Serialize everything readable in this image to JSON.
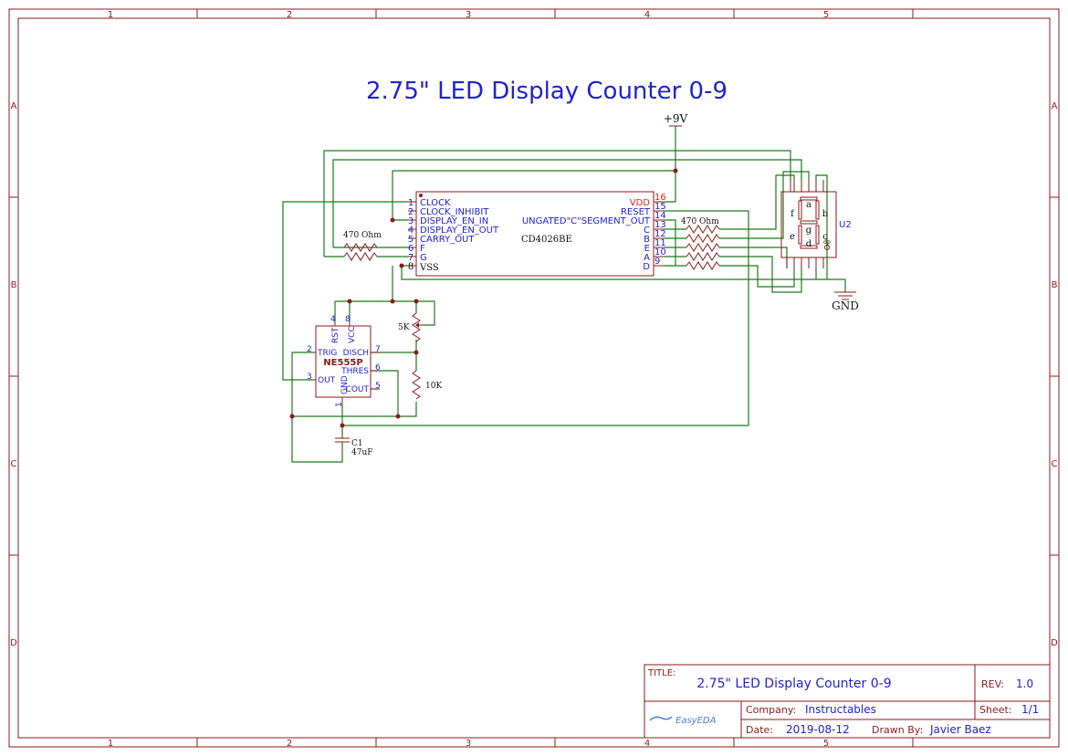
{
  "title": "2.75\" LED Display Counter 0-9",
  "frame": {
    "columns": [
      "1",
      "2",
      "3",
      "4",
      "5"
    ],
    "rows": [
      "A",
      "B",
      "C",
      "D"
    ]
  },
  "power": {
    "vcc_label": "+9V",
    "gnd_label": "GND"
  },
  "ic_counter": {
    "part": "CD4026BE",
    "left_pins": [
      {
        "num": "1",
        "name": "CLOCK"
      },
      {
        "num": "2",
        "name": "CLOCK_INHIBIT"
      },
      {
        "num": "3",
        "name": "DISPLAY_EN_IN"
      },
      {
        "num": "4",
        "name": "DISPLAY_EN_OUT"
      },
      {
        "num": "5",
        "name": "CARRY_OUT"
      },
      {
        "num": "6",
        "name": "F"
      },
      {
        "num": "7",
        "name": "G"
      },
      {
        "num": "8",
        "name": "VSS"
      }
    ],
    "right_pins": [
      {
        "num": "16",
        "name": "VDD"
      },
      {
        "num": "15",
        "name": "RESET"
      },
      {
        "num": "14",
        "name": "UNGATED\"C\"SEGMENT_OUT"
      },
      {
        "num": "13",
        "name": "C"
      },
      {
        "num": "12",
        "name": "B"
      },
      {
        "num": "11",
        "name": "E"
      },
      {
        "num": "10",
        "name": "A"
      },
      {
        "num": "9",
        "name": "D"
      }
    ]
  },
  "resistor_left": {
    "value": "470 Ohm"
  },
  "resistor_right": {
    "value": "470 Ohm"
  },
  "display": {
    "ref": "U2",
    "segments": [
      "a",
      "b",
      "c",
      "d",
      "e",
      "f",
      "g",
      "dp"
    ]
  },
  "timer": {
    "part": "NE555P",
    "pins": {
      "rst": "RST",
      "vcc": "VCC",
      "trig": "TRIG",
      "disch": "DISCH",
      "out": "OUT",
      "thres": "THRES",
      "gnd": "GND",
      "cout": "COUT"
    },
    "pin_numbers": {
      "p4": "4",
      "p8": "8",
      "p2": "2",
      "p7": "7",
      "p3": "3",
      "p6": "6",
      "p5": "5",
      "p1": "1"
    }
  },
  "pot": {
    "value": "5K"
  },
  "resistor_10k": {
    "value": "10K"
  },
  "capacitor": {
    "ref": "C1",
    "value": "47uF"
  },
  "title_block": {
    "title_label": "TITLE:",
    "title": "2.75\" LED Display Counter 0-9",
    "rev_label": "REV:",
    "rev": "1.0",
    "company_label": "Company:",
    "company": "Instructables",
    "sheet_label": "Sheet:",
    "sheet": "1/1",
    "date_label": "Date:",
    "date": "2019-08-12",
    "drawn_label": "Drawn By:",
    "drawn_by": "Javier Baez",
    "logo_text": "EasyEDA"
  }
}
